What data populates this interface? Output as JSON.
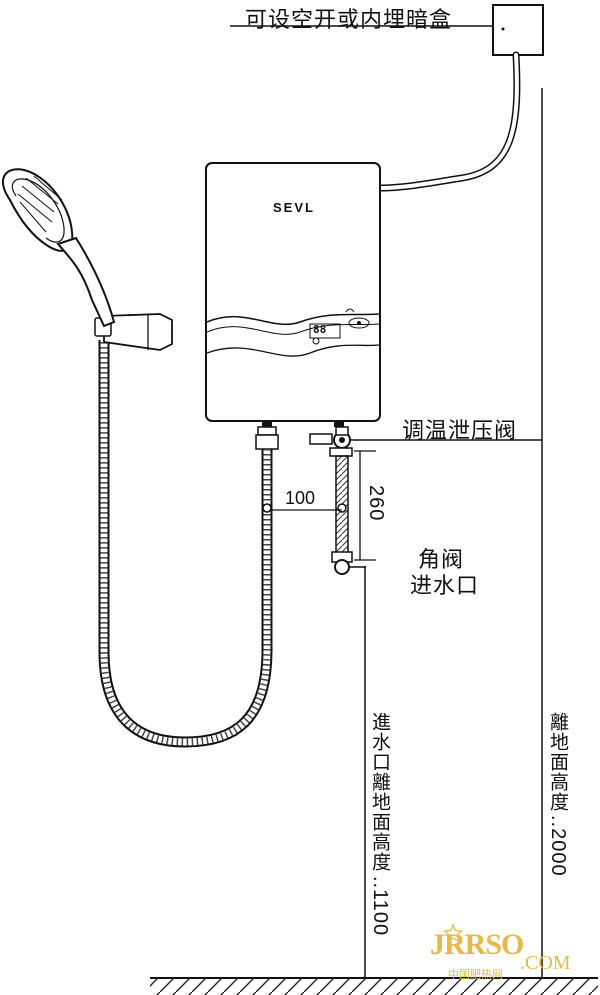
{
  "labels": {
    "junction_box": "可设空开或内埋暗盒",
    "relief_valve": "调温泄压阀",
    "angle_valve": "角阀",
    "water_inlet": "进水口",
    "dim_horizontal": "100",
    "dim_vertical": "260",
    "inlet_height_text": "進水口離地面高度",
    "inlet_height_value": "..1100",
    "heater_height_text": "離地面高度",
    "heater_height_value": "..2000"
  },
  "heater": {
    "brand": "SEVL",
    "display": "88"
  },
  "watermark": {
    "logo": "JRRSO",
    "domain": ".COM",
    "site_name": "中国肥热网"
  },
  "colors": {
    "line": "#111111",
    "watermark": "#e7b84a"
  }
}
